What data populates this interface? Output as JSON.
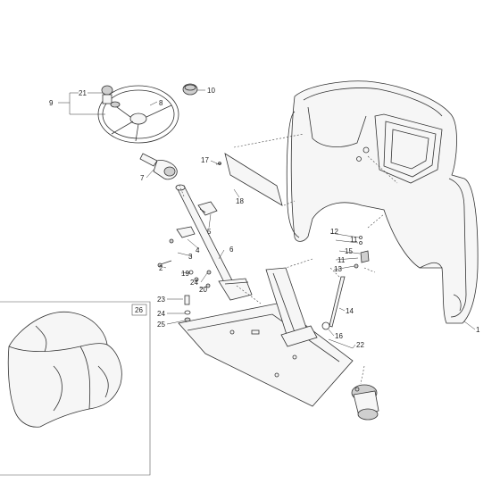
{
  "callouts": {
    "c1": "1",
    "c2": "2",
    "c3": "3",
    "c4": "4",
    "c5": "5",
    "c6": "6",
    "c7": "7",
    "c8": "8",
    "c9": "9",
    "c10": "10",
    "c11a": "11",
    "c11b": "11",
    "c12": "12",
    "c13": "13",
    "c14": "14",
    "c15": "15",
    "c16": "16",
    "c17": "17",
    "c18": "18",
    "c19": "19",
    "c20": "20",
    "c21": "21",
    "c22": "22",
    "c23": "23",
    "c24a": "24",
    "c24b": "24",
    "c25": "25",
    "c26": "26"
  }
}
